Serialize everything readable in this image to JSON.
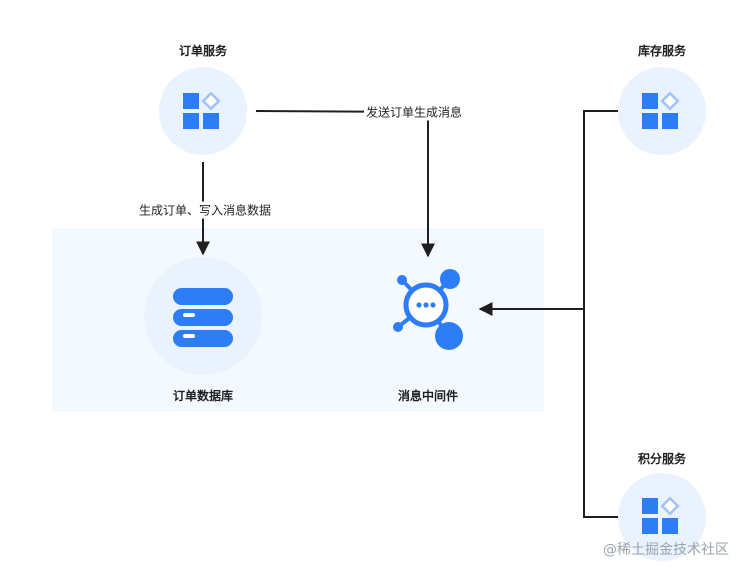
{
  "nodes": {
    "order_service": {
      "label": "订单服务",
      "icon": "blocks-diamond-icon"
    },
    "inventory_service": {
      "label": "库存服务",
      "icon": "blocks-diamond-icon"
    },
    "points_service": {
      "label": "积分服务",
      "icon": "blocks-diamond-icon"
    },
    "order_db": {
      "label": "订单数据库",
      "icon": "database-icon"
    },
    "message_middleware": {
      "label": "消息中间件",
      "icon": "message-hub-icon"
    }
  },
  "edges": {
    "send_message": {
      "label": "发送订单生成消息"
    },
    "write_db": {
      "label": "生成订单、写入消息数据"
    }
  },
  "watermark": "@稀土掘金技术社区",
  "colors": {
    "icon_blue": "#2d7df6",
    "icon_light": "#9fc2fb",
    "circle_bg": "#eaf2fe",
    "zone_bg": "#f4f9ff",
    "line": "#1f1f1f"
  }
}
